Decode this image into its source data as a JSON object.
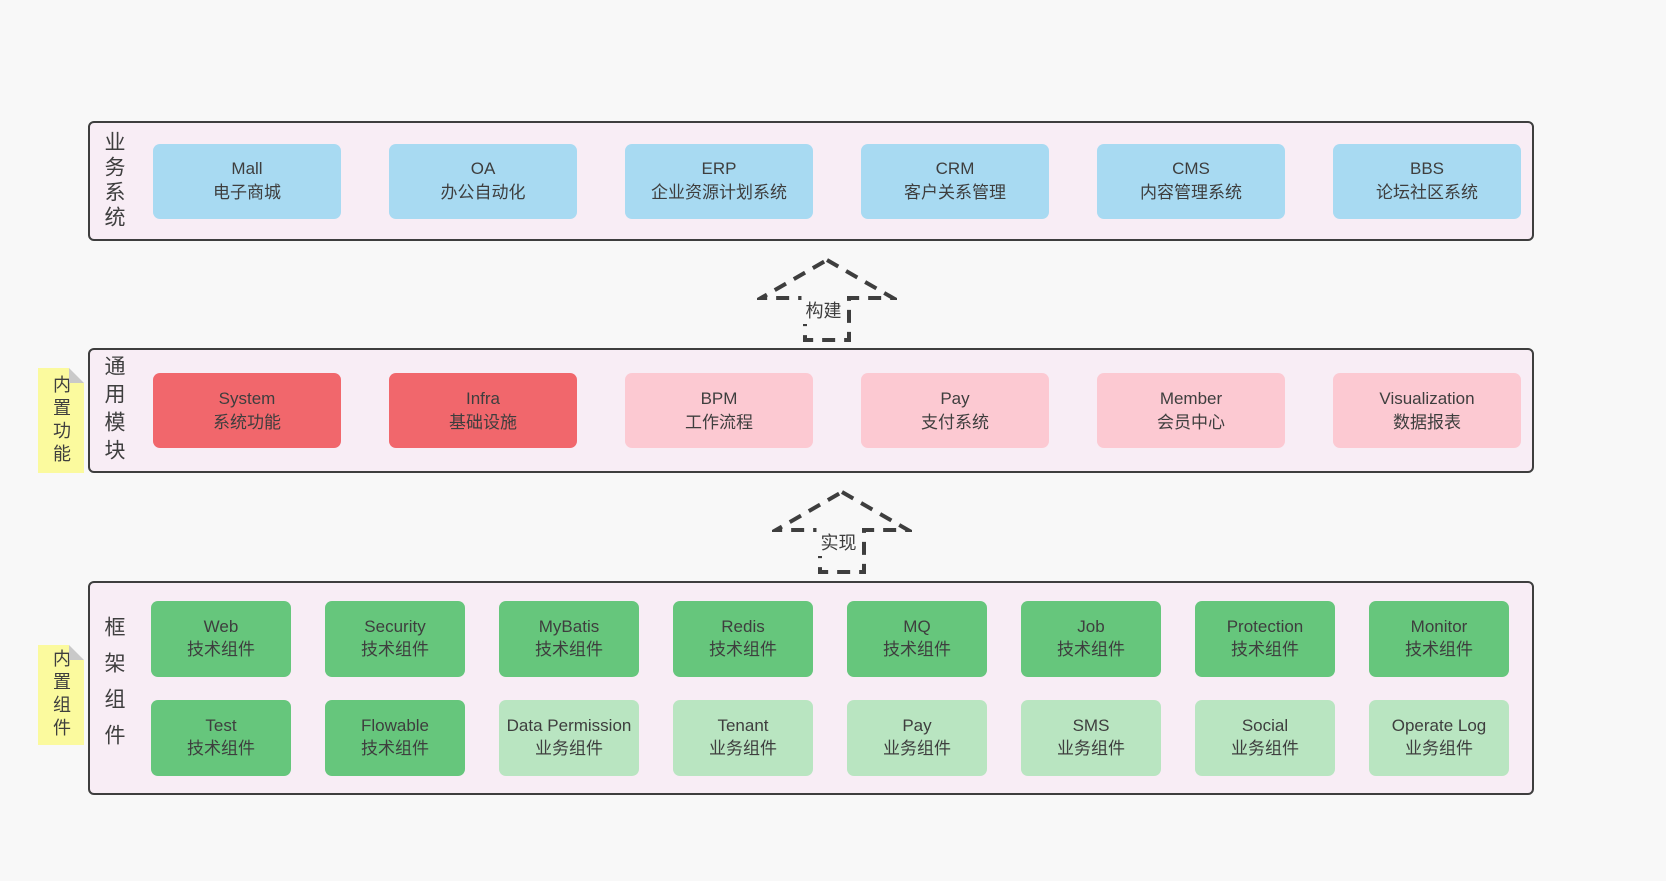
{
  "colors": {
    "page_bg": "#f8f8f8",
    "panel_bg": "#f8edf5",
    "panel_border": "#3e3e3e",
    "blue": "#a8daf2",
    "red": "#f1676c",
    "pink": "#fcc9d2",
    "green": "#66c67c",
    "light_green": "#b9e5c1",
    "note_yellow": "#fbfa9e",
    "text": "#3e3e3e"
  },
  "arrows": [
    {
      "label": "构建"
    },
    {
      "label": "实现"
    }
  ],
  "tiers": [
    {
      "label": "业务系统",
      "boxes": [
        {
          "title": "Mall",
          "subtitle": "电子商城"
        },
        {
          "title": "OA",
          "subtitle": "办公自动化"
        },
        {
          "title": "ERP",
          "subtitle": "企业资源计划系统"
        },
        {
          "title": "CRM",
          "subtitle": "客户关系管理"
        },
        {
          "title": "CMS",
          "subtitle": "内容管理系统"
        },
        {
          "title": "BBS",
          "subtitle": "论坛社区系统"
        }
      ]
    },
    {
      "label": "通用模块",
      "note": "内置功能",
      "boxes": [
        {
          "title": "System",
          "subtitle": "系统功能"
        },
        {
          "title": "Infra",
          "subtitle": "基础设施"
        },
        {
          "title": "BPM",
          "subtitle": "工作流程"
        },
        {
          "title": "Pay",
          "subtitle": "支付系统"
        },
        {
          "title": "Member",
          "subtitle": "会员中心"
        },
        {
          "title": "Visualization",
          "subtitle": "数据报表"
        }
      ]
    },
    {
      "label": "框架组件",
      "note": "内置组件",
      "rows": [
        [
          {
            "title": "Web",
            "subtitle": "技术组件"
          },
          {
            "title": "Security",
            "subtitle": "技术组件"
          },
          {
            "title": "MyBatis",
            "subtitle": "技术组件"
          },
          {
            "title": "Redis",
            "subtitle": "技术组件"
          },
          {
            "title": "MQ",
            "subtitle": "技术组件"
          },
          {
            "title": "Job",
            "subtitle": "技术组件"
          },
          {
            "title": "Protection",
            "subtitle": "技术组件"
          },
          {
            "title": "Monitor",
            "subtitle": "技术组件"
          }
        ],
        [
          {
            "title": "Test",
            "subtitle": "技术组件"
          },
          {
            "title": "Flowable",
            "subtitle": "技术组件"
          },
          {
            "title": "Data Permission",
            "subtitle": "业务组件"
          },
          {
            "title": "Tenant",
            "subtitle": "业务组件"
          },
          {
            "title": "Pay",
            "subtitle": "业务组件"
          },
          {
            "title": "SMS",
            "subtitle": "业务组件"
          },
          {
            "title": "Social",
            "subtitle": "业务组件"
          },
          {
            "title": "Operate Log",
            "subtitle": "业务组件"
          }
        ]
      ]
    }
  ]
}
